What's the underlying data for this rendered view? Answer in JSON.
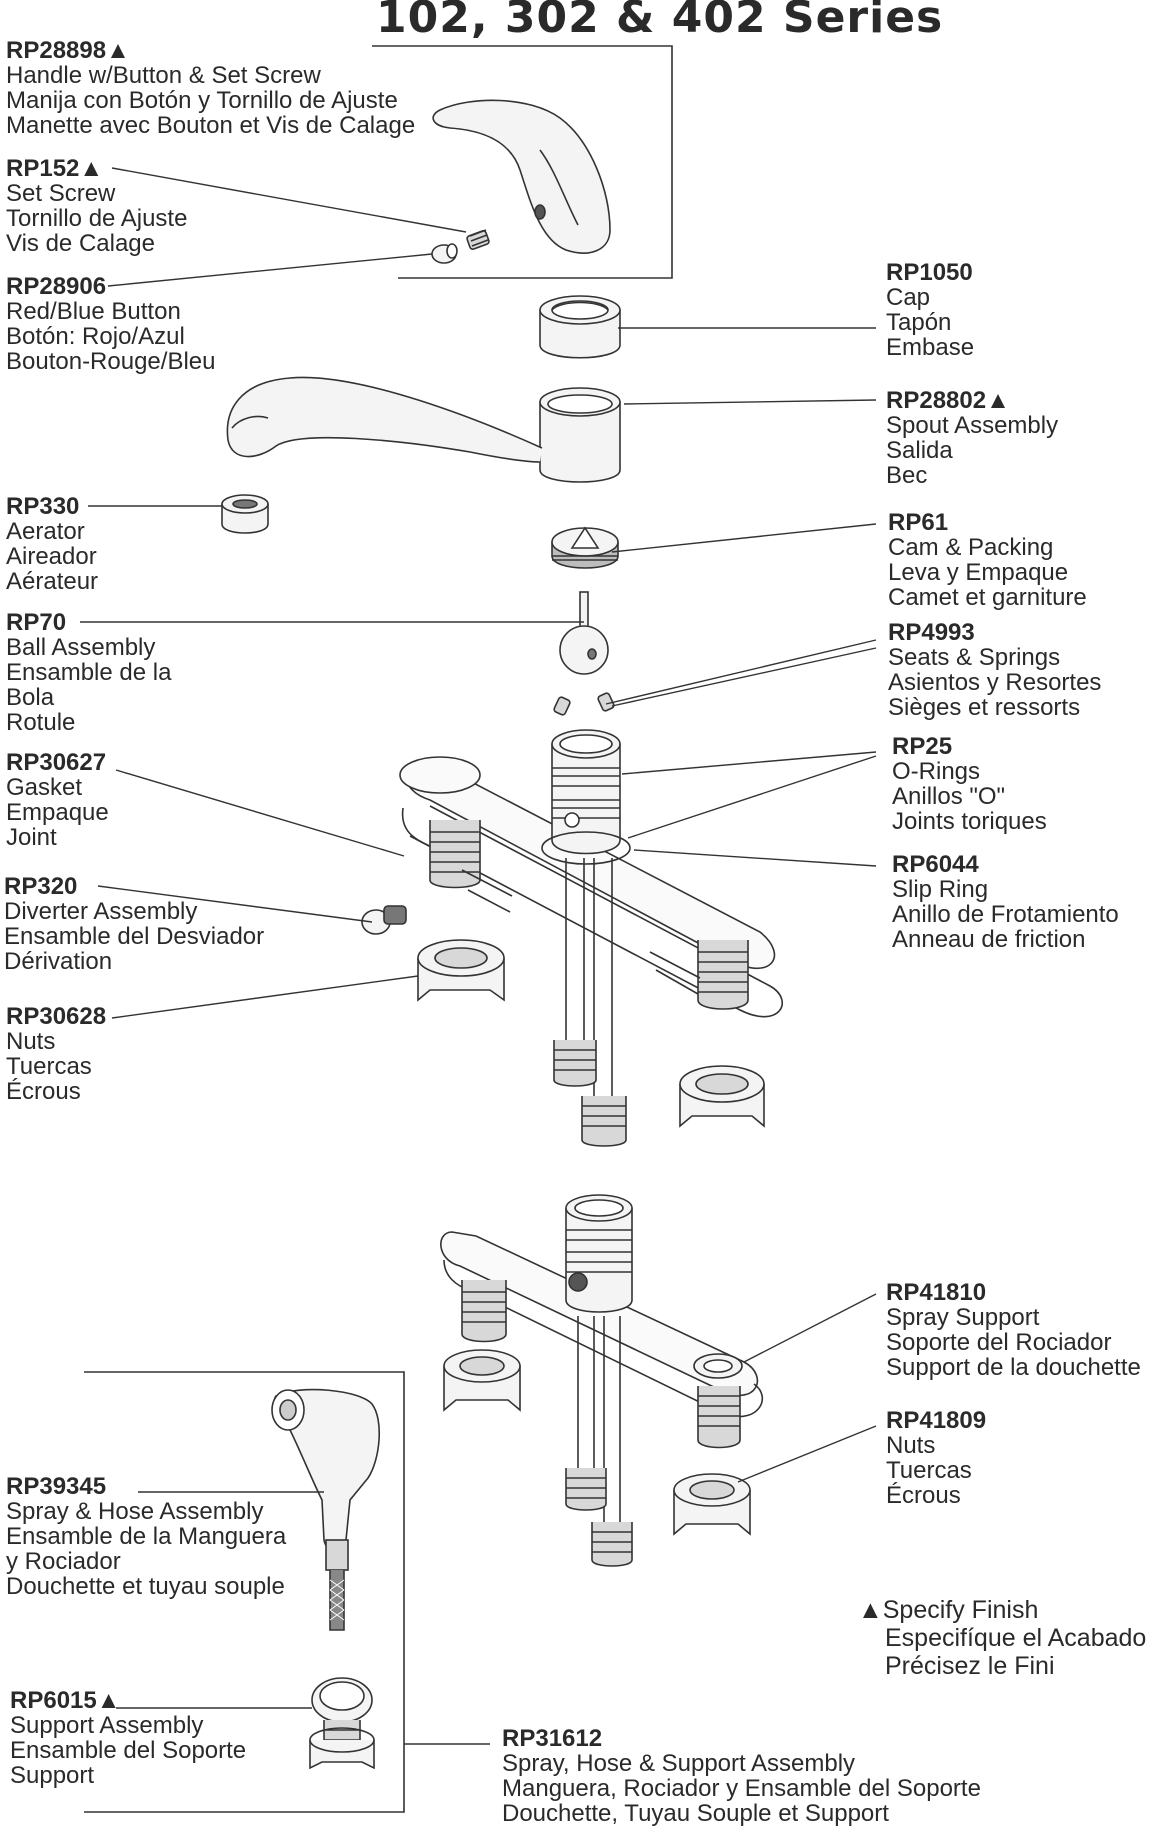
{
  "title": "102, 302 & 402 Series",
  "colors": {
    "ink": "#2a2a2a",
    "line": "#333333",
    "part_fill": "#f4f4f4",
    "thread_fill": "#d8d8d8"
  },
  "note": {
    "symbol": "▲",
    "lines": [
      "Specify Finish",
      "Especifíque el Acabado",
      "Précisez le Fini"
    ]
  },
  "parts": [
    {
      "id": "RP28898",
      "marker": "▲",
      "desc": [
        "Handle w/Button & Set Screw",
        "Manija con Botón y Tornillo de Ajuste",
        "Manette avec Bouton et Vis de Calage"
      ]
    },
    {
      "id": "RP152",
      "marker": "▲",
      "desc": [
        "Set Screw",
        "Tornillo de Ajuste",
        "Vis de Calage"
      ]
    },
    {
      "id": "RP28906",
      "marker": "",
      "desc": [
        "Red/Blue Button",
        "Botón: Rojo/Azul",
        "Bouton-Rouge/Bleu"
      ]
    },
    {
      "id": "RP1050",
      "marker": "",
      "desc": [
        "Cap",
        "Tapón",
        "Embase"
      ]
    },
    {
      "id": "RP28802",
      "marker": "▲",
      "desc": [
        "Spout Assembly",
        "Salida",
        "Bec"
      ]
    },
    {
      "id": "RP330",
      "marker": "",
      "desc": [
        "Aerator",
        "Aireador",
        "Aérateur"
      ]
    },
    {
      "id": "RP61",
      "marker": "",
      "desc": [
        "Cam & Packing",
        "Leva y Empaque",
        "Camet et garniture"
      ]
    },
    {
      "id": "RP70",
      "marker": "",
      "desc": [
        "Ball Assembly",
        "Ensamble de la",
        "Bola",
        "Rotule"
      ]
    },
    {
      "id": "RP4993",
      "marker": "",
      "desc": [
        "Seats & Springs",
        "Asientos y Resortes",
        "Sièges et ressorts"
      ]
    },
    {
      "id": "RP25",
      "marker": "",
      "desc": [
        "O-Rings",
        "Anillos \"O\"",
        "Joints toriques"
      ]
    },
    {
      "id": "RP30627",
      "marker": "",
      "desc": [
        "Gasket",
        "Empaque",
        "Joint"
      ]
    },
    {
      "id": "RP6044",
      "marker": "",
      "desc": [
        "Slip Ring",
        "Anillo de Frotamiento",
        "Anneau de friction"
      ]
    },
    {
      "id": "RP320",
      "marker": "",
      "desc": [
        "Diverter Assembly",
        "Ensamble del Desviador",
        "Dérivation"
      ]
    },
    {
      "id": "RP30628",
      "marker": "",
      "desc": [
        "Nuts",
        "Tuercas",
        "Écrous"
      ]
    },
    {
      "id": "RP41810",
      "marker": "",
      "desc": [
        "Spray Support",
        "Soporte del Rociador",
        "Support de la douchette"
      ]
    },
    {
      "id": "RP41809",
      "marker": "",
      "desc": [
        "Nuts",
        "Tuercas",
        "Écrous"
      ]
    },
    {
      "id": "RP39345",
      "marker": "",
      "desc": [
        "Spray & Hose Assembly",
        "Ensamble de la Manguera",
        "y Rociador",
        "Douchette et tuyau souple"
      ]
    },
    {
      "id": "RP6015",
      "marker": "▲",
      "desc": [
        "Support Assembly",
        "Ensamble del Soporte",
        "Support"
      ]
    },
    {
      "id": "RP31612",
      "marker": "",
      "desc": [
        "Spray, Hose & Support Assembly",
        "Manguera, Rociador y Ensamble del Soporte",
        "Douchette, Tuyau Souple et Support"
      ]
    }
  ]
}
